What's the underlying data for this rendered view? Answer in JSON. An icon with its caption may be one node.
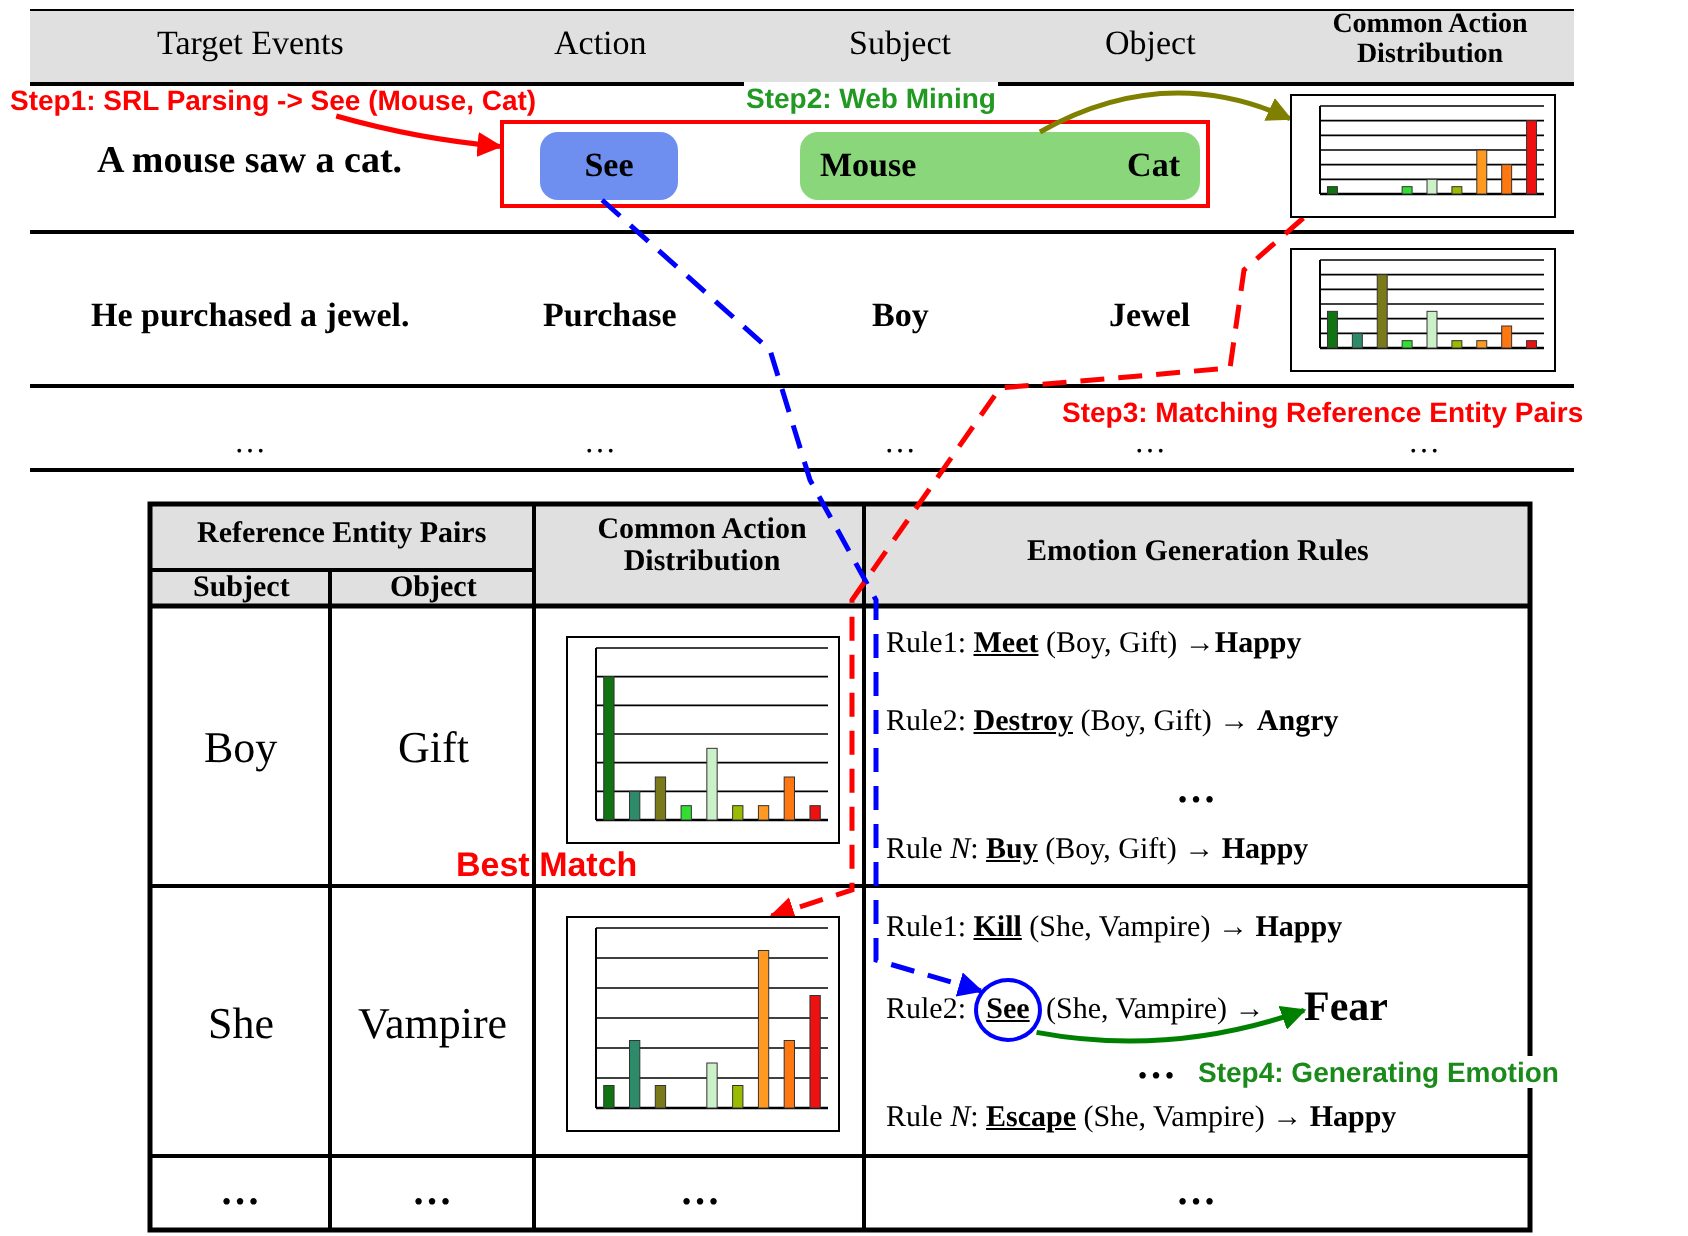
{
  "diagram": {
    "nodes": [
      {
        "text": [
          "Step1: SRL Parsing -> See (Mouse, Cat)"
        ]
      },
      {
        "text": [],
        "shape": "box"
      },
      {
        "text": [
          "See"
        ],
        "in": 1
      },
      {
        "text": [
          "Mouse",
          "Cat"
        ],
        "in": 1
      },
      {
        "text": [],
        "shape": "picture"
      },
      {
        "text": [],
        "shape": "picture"
      },
      {
        "text": [],
        "shape": "picture"
      },
      {
        "text": [],
        "shape": "picture"
      },
      {
        "text": [
          "See"
        ]
      },
      {
        "text": [
          "Fear"
        ]
      }
    ],
    "edges": [
      {
        "from": 0,
        "to": 1,
        "arrow": "to",
        "color": "#ff0000"
      },
      {
        "from": 3,
        "to": 4,
        "arrow": "to",
        "label": "Step2: Web Mining",
        "color": "#808000"
      },
      {
        "from": 2,
        "to": 8,
        "arrow": "to",
        "style": "dashed",
        "color": "#0000ff"
      },
      {
        "from": 4,
        "to": 7,
        "arrow": "to",
        "style": "dashed",
        "label": "Step3: Matching Reference Entity Pairs",
        "color": "#ff0000"
      },
      {
        "from": 8,
        "to": 9,
        "arrow": "to",
        "label": "Step4: Generating Emotion",
        "color": "#008000"
      }
    ],
    "labels": [
      "Target Events",
      "Action",
      "Subject",
      "Object",
      "Common Action Distribution",
      "A mouse saw a cat.",
      "He purchased a jewel.",
      "Purchase",
      "Boy",
      "Jewel",
      "…",
      "…",
      "…",
      "…",
      "…",
      "Reference Entity Pairs",
      "Common Action Distribution",
      "Emotion Generation Rules",
      "Subject",
      "Object",
      "Boy",
      "Gift",
      "Rule1: **Meet** (Boy, Gift) →**Happy**",
      "Rule2: **Destroy** (Boy, Gift) → **Angry**",
      "…",
      "Rule *N*: **Buy** (Boy, Gift) → **Happy**",
      "Best Match",
      "She",
      "Vampire",
      "Rule1: **Kill** (She, Vampire) → **Happy**",
      "Rule2:",
      "(She, Vampire) →",
      "…",
      "Rule *N*: **Escape** (She, Vampire) → **Happy**",
      "…",
      "…",
      "…",
      "…"
    ]
  }
}
